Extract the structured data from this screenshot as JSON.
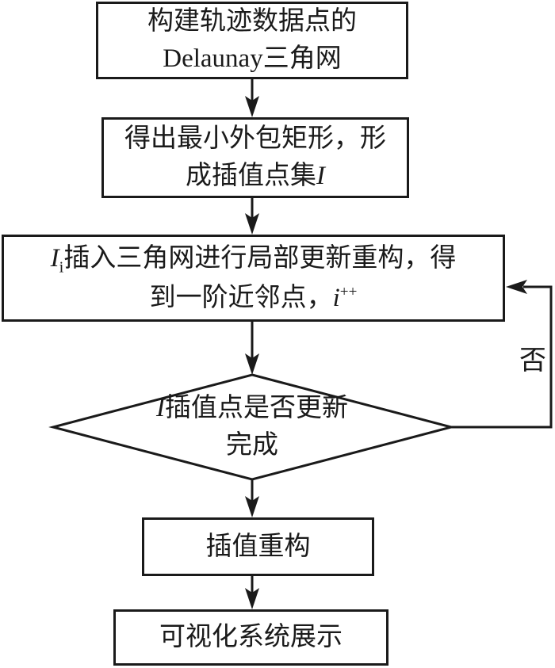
{
  "colors": {
    "line": "#1a1a1a",
    "bg": "#ffffff"
  },
  "nodes": {
    "build_triangulation": {
      "line1": "构建轨迹数据点的",
      "line2": "Delaunay三角网"
    },
    "bounding_rect": {
      "line1": "得出最小外包矩形，形",
      "line2_pre": "成插值点集",
      "line2_var": "I"
    },
    "insert_update": {
      "l1_var": "I",
      "l1_sub": "i",
      "l1_text": "插入三角网进行局部更新重构，得",
      "l2_pre": "到一阶近邻点，",
      "l2_var": "i",
      "l2_sup": "++"
    },
    "decision": {
      "l1_var": "I",
      "l1_text": "插值点是否更新",
      "line2": "完成"
    },
    "interp_reconstruct": {
      "label": "插值重构"
    },
    "visualize": {
      "label": "可视化系统展示"
    }
  },
  "edge_labels": {
    "no": "否"
  }
}
